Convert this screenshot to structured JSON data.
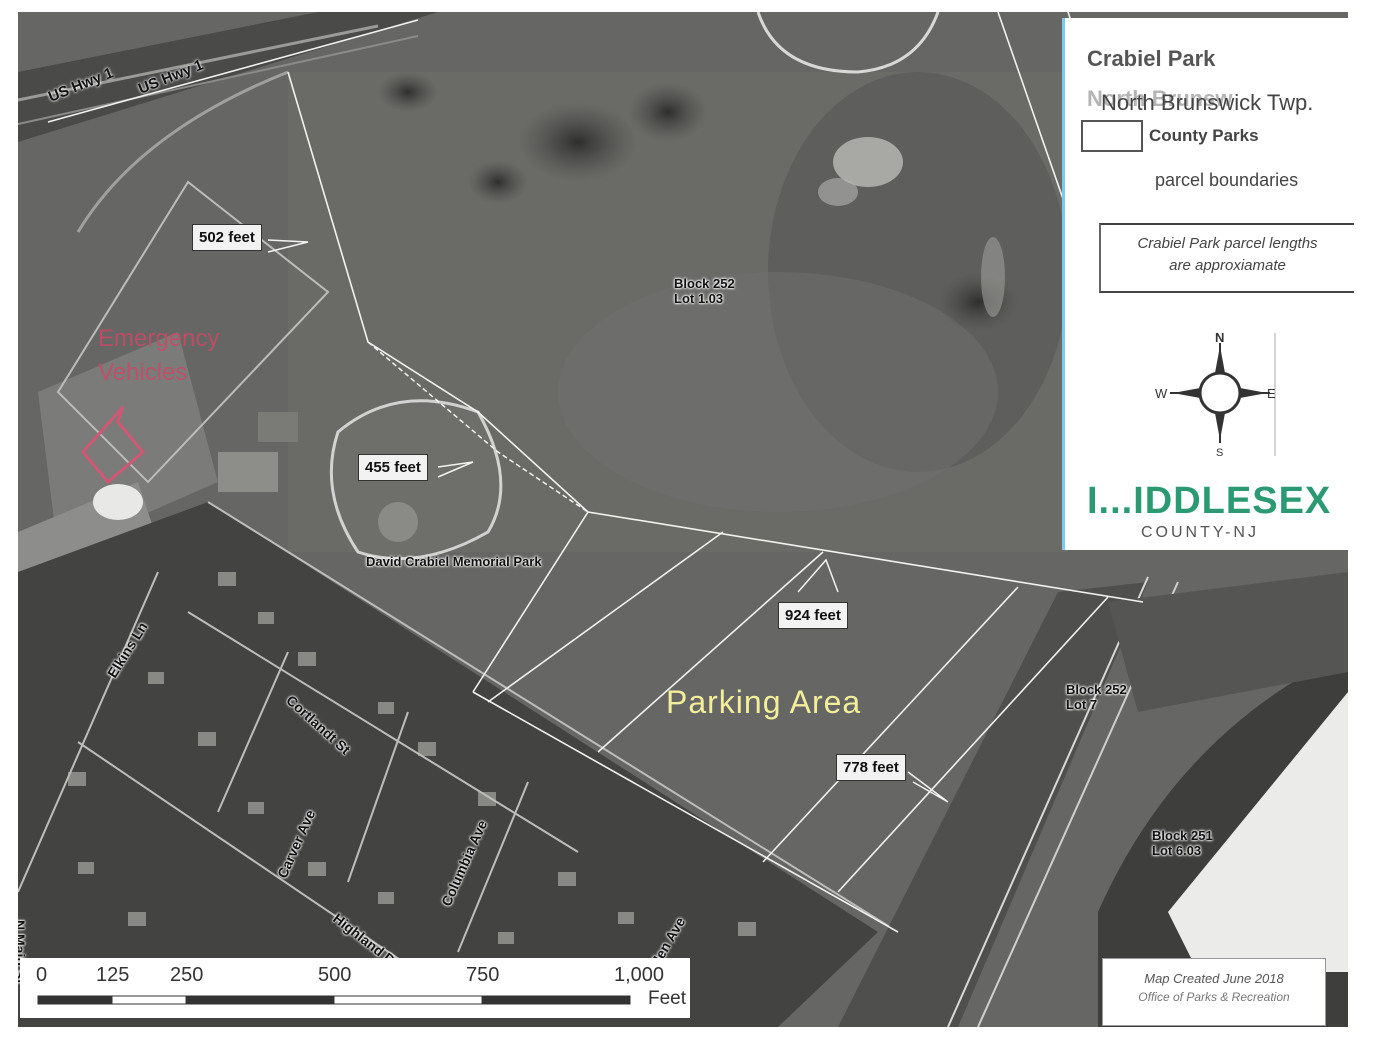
{
  "map": {
    "highways": [
      "US Hwy 1",
      "US Hwy 1"
    ],
    "streets": [
      "Elkins Ln",
      "Cortlandt St",
      "Carver Ave",
      "Columbia Ave",
      "Highland D",
      "N Main St",
      "Jen Ave"
    ],
    "callouts": {
      "top_left": "502 feet",
      "ballfield": "455 feet",
      "south_edge": "924 feet",
      "lower": "778 feet"
    },
    "blocks": {
      "north": [
        "Block 252",
        "Lot 1.03"
      ],
      "east": [
        "Block 252",
        "Lot 7"
      ],
      "southeast": [
        "Block 251",
        "Lot 6.03"
      ]
    },
    "park_name": "David Crabiel Memorial Park",
    "parking_label": "Parking Area",
    "emergency_lines": [
      "Emergency",
      "Vehicles"
    ]
  },
  "legend": {
    "title": "Crabiel Park",
    "subtitle": "North Brunswick Twp.",
    "subtitle_overprint": "North Brunsw",
    "county_parks": "County Parks",
    "parcel_boundaries": "parcel boundaries",
    "note_lines": [
      "Crabiel Park parcel lengths",
      "are approxiamate"
    ],
    "compass": {
      "n": "N",
      "s": "S",
      "e": "E",
      "w": "W"
    },
    "logo": "I...IDDLESEX",
    "logo_sub": "COUNTY-NJ"
  },
  "scale_bar": {
    "ticks": [
      "0",
      "125",
      "250",
      "500",
      "750",
      "1,000"
    ],
    "tick_values": [
      0,
      125,
      250,
      500,
      750,
      1000
    ],
    "units": "Feet"
  },
  "credit": {
    "date": "Map Created June 2018",
    "office": "Office of Parks & Recreation"
  }
}
